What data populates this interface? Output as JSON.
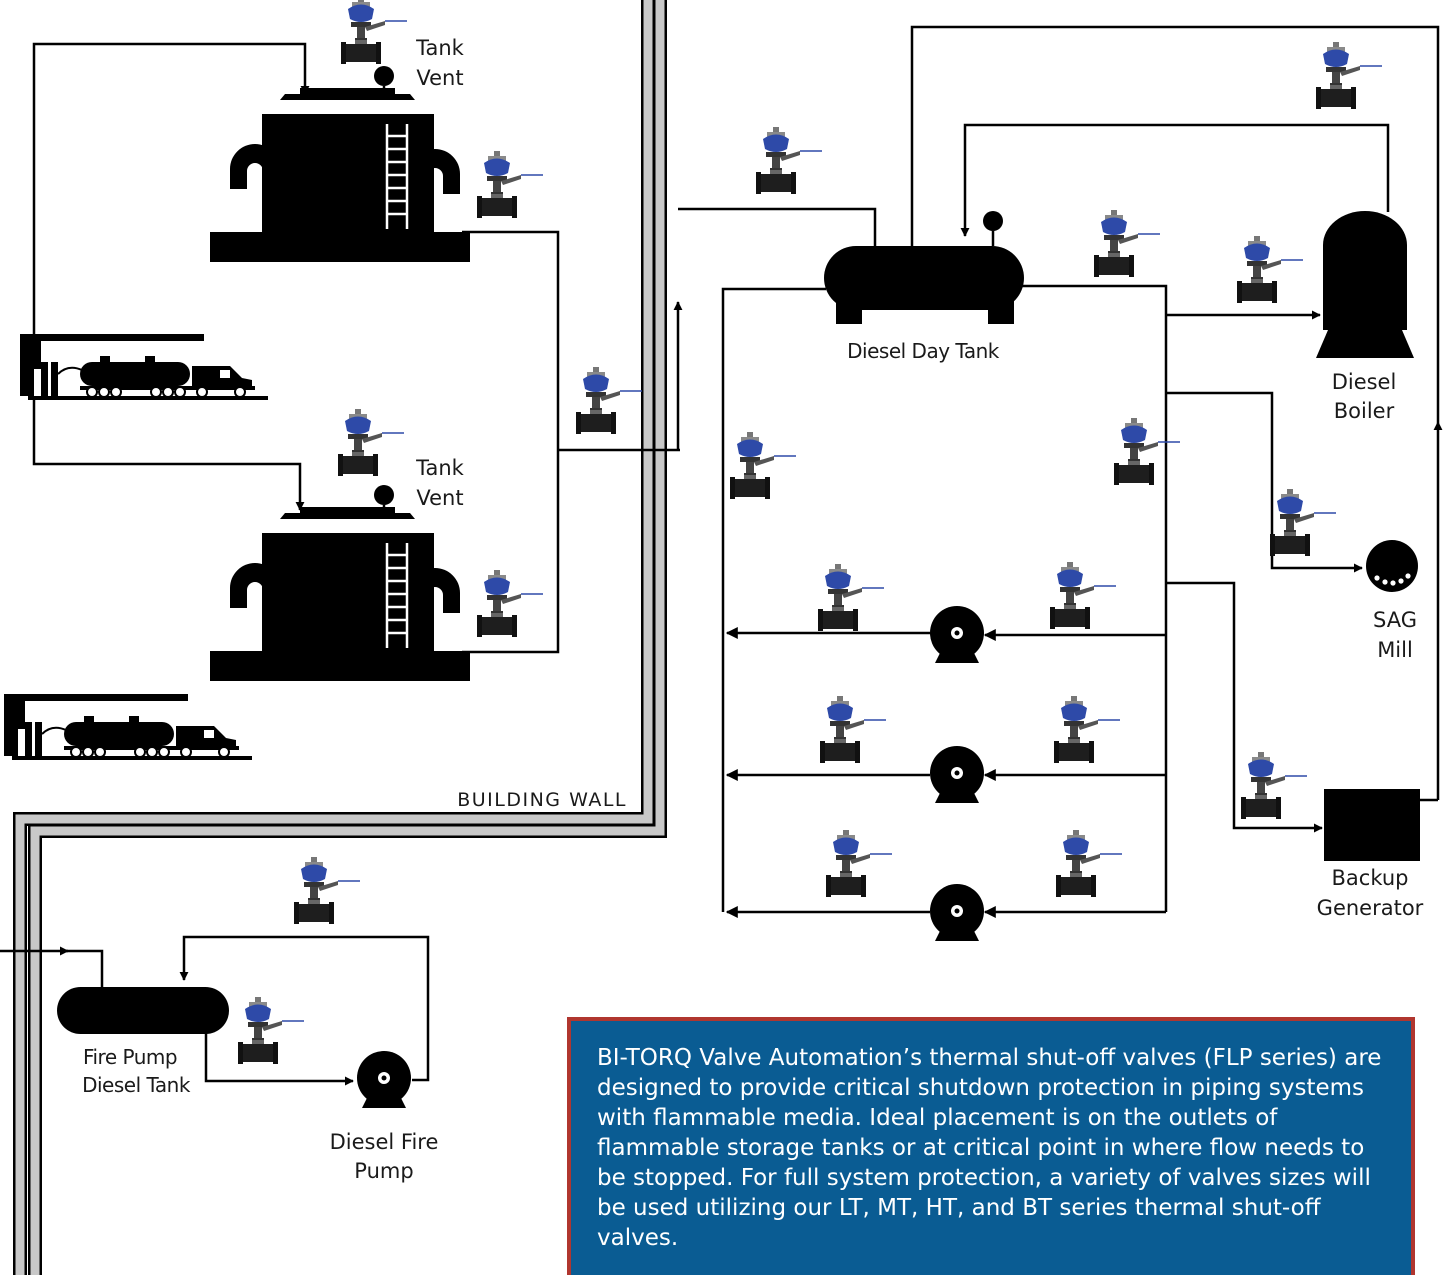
{
  "labels": {
    "tank_vent_top": [
      "Tank",
      "Vent"
    ],
    "tank_vent_bottom": [
      "Tank",
      "Vent"
    ],
    "day_tank": "Diesel Day Tank",
    "boiler": [
      "Diesel",
      "Boiler"
    ],
    "sag_mill": [
      "SAG",
      "Mill"
    ],
    "backup_generator": [
      "Backup",
      "Generator"
    ],
    "building_wall": "BUILDING WALL",
    "fire_pump_tank": [
      "Fire Pump",
      "Diesel Tank"
    ],
    "fire_pump": [
      "Diesel Fire",
      "Pump"
    ]
  },
  "info_text": "BI-TORQ Valve Automation’s thermal shut-off valves (FLP series) are designed to provide critical shutdown protection in piping systems with flammable media. Ideal placement is on the outlets of flammable storage tanks or at critical point in where flow needs to be stopped. For full system protection, a variety of valves sizes will be used utilizing our LT, MT, HT, and BT series thermal shut-off valves.",
  "colors": {
    "info_bg": "#0a5c93",
    "info_border": "#b0362f",
    "valve_actuator": "#2e4aa8",
    "wall_fill": "#c8c8c8"
  }
}
